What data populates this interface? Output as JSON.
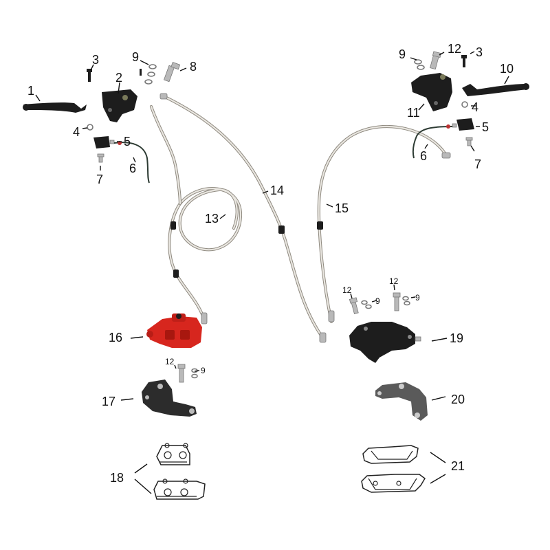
{
  "callouts": [
    "1",
    "2",
    "3",
    "4",
    "5",
    "6",
    "7",
    "8",
    "9",
    "10",
    "11",
    "12",
    "13",
    "14",
    "15",
    "16",
    "17",
    "18",
    "19",
    "20",
    "21"
  ],
  "left": {
    "lever": "1",
    "master_cylinder": "2",
    "screw": "3",
    "nut": "4",
    "switch": "5",
    "wire": "6",
    "bolt": "7",
    "banjo_bolt": "8",
    "washers": "9"
  },
  "right": {
    "lever": "10",
    "master_cylinder": "11",
    "banjo_bolt": "12",
    "screw": "3",
    "washers": "9",
    "nut": "4",
    "switch": "5",
    "wire": "6",
    "bolt": "7"
  },
  "hoses": {
    "front_coil": "13",
    "front": "14",
    "rear": "15"
  },
  "front_caliper": {
    "caliper": "16",
    "bolt": "12",
    "washers": "9",
    "bracket": "17",
    "pads": "18"
  },
  "rear_caliper": {
    "caliper": "19",
    "bolt_a": "12",
    "washers_a": "9",
    "bolt_b": "12",
    "washers_b": "9",
    "bracket": "20",
    "pads": "21"
  },
  "colors": {
    "caliper_red": "#d7261e",
    "part_black": "#1d1d1d",
    "hose_silver": "#c9c5bd",
    "metal_grey": "#b9b9b9"
  }
}
